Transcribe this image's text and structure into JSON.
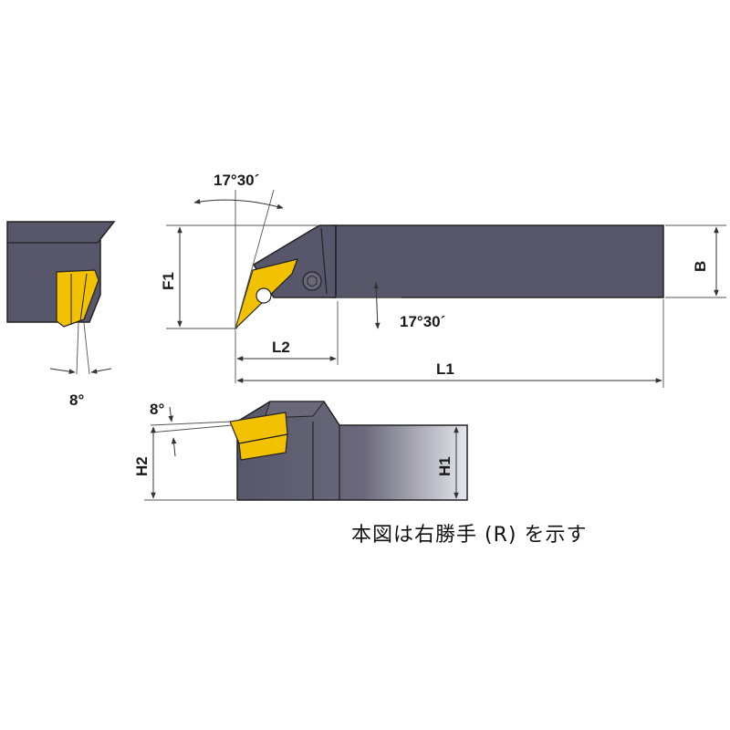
{
  "labels": {
    "angle_top": "17°30´",
    "angle_right": "17°30´",
    "f1": "F1",
    "l2": "L2",
    "l1": "L1",
    "b": "B",
    "angle_side": "8°",
    "angle_front": "8°",
    "h1": "H1",
    "h2": "H2"
  },
  "note": "本図は右勝手 (R) を示す",
  "colors": {
    "holder_body": "#58566a",
    "insert": "#f2c200",
    "outline": "#222222"
  }
}
